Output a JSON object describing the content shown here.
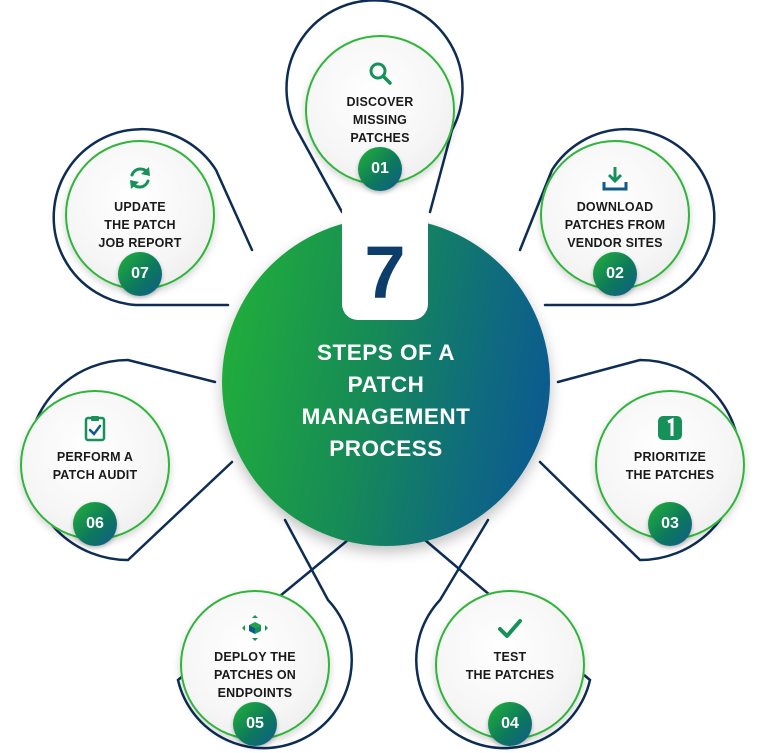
{
  "center": {
    "number": "7",
    "title": "STEPS OF A\nPATCH\nMANAGEMENT\nPROCESS"
  },
  "colors": {
    "green": "#23b23a",
    "blue": "#0a5596",
    "navy_outline": "#0d2d55"
  },
  "steps": [
    {
      "number": "01",
      "label": "DISCOVER\nMISSING\nPATCHES",
      "icon": "magnifier-icon"
    },
    {
      "number": "02",
      "label": "DOWNLOAD\nPATCHES FROM\nVENDOR SITES",
      "icon": "download-icon"
    },
    {
      "number": "03",
      "label": "PRIORITIZE\nTHE PATCHES",
      "icon": "priority-one-icon"
    },
    {
      "number": "04",
      "label": "TEST\nTHE PATCHES",
      "icon": "checkmark-icon"
    },
    {
      "number": "05",
      "label": "DEPLOY THE\nPATCHES ON\nENDPOINTS",
      "icon": "deploy-box-icon"
    },
    {
      "number": "06",
      "label": "PERFORM A\nPATCH AUDIT",
      "icon": "clipboard-check-icon"
    },
    {
      "number": "07",
      "label": "UPDATE\nTHE PATCH\nJOB REPORT",
      "icon": "refresh-icon"
    }
  ]
}
